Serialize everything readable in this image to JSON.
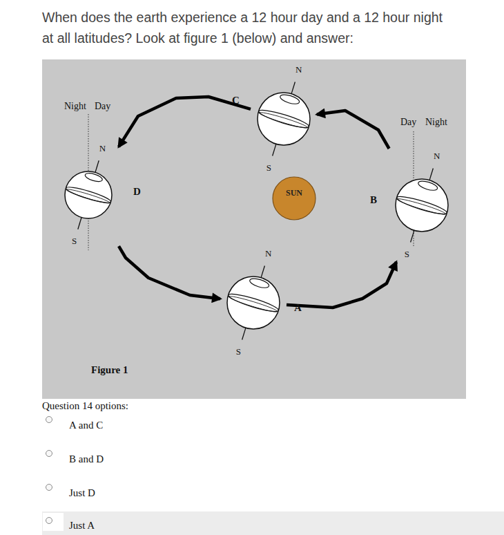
{
  "diagram": {
    "title": "When does the earth experience a 12 hour day and a 12 hour night at all latitudes? Look at figure 1 (below) and answer:",
    "nodes": [
      {
        "text": [
          "Figure 1"
        ]
      },
      {
        "text": [
          "N",
          "S"
        ],
        "in": 0
      },
      {
        "text": [
          "N",
          "S"
        ],
        "in": 0
      },
      {
        "text": [
          "SUN"
        ],
        "in": 0
      },
      {
        "text": [
          "N",
          "S"
        ],
        "in": 0
      },
      {
        "text": [
          "N",
          "S"
        ],
        "in": 0
      }
    ],
    "edges": [
      {
        "from": 1,
        "to": 2,
        "arrow": "to"
      },
      {
        "from": 2,
        "to": 5,
        "arrow": "to"
      },
      {
        "from": 5,
        "to": 4,
        "arrow": "to"
      },
      {
        "from": 4,
        "to": 1,
        "arrow": "to"
      }
    ],
    "labels": [
      "Night",
      "Day",
      "C",
      "D",
      "Day",
      "Night",
      "B",
      "A",
      "Question 14 options:",
      "A and C",
      "B and D",
      "Just D",
      "Just A"
    ]
  }
}
